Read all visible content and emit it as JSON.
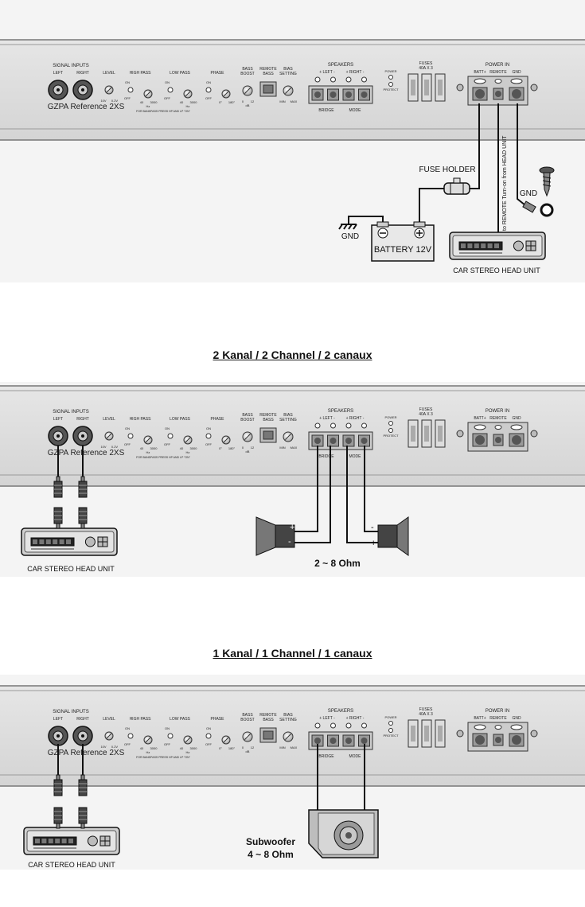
{
  "amp": {
    "model": "GZPA Reference 2XS",
    "labels": {
      "signal_inputs": "SIGNAL INPUTS",
      "left": "LEFT",
      "right": "RIGHT",
      "level": "LEVEL",
      "level_min": "10V",
      "level_max": "0.2V",
      "high_pass": "HIGH PASS",
      "low_pass": "LOW PASS",
      "phase": "PHASE",
      "on": "ON",
      "off": "OFF",
      "freq_min": "40",
      "freq_max": "3000",
      "hz": "Hz",
      "phase_min": "0°",
      "phase_max": "180°",
      "bass_boost": "BASS",
      "bass_boost2": "BOOST",
      "bass_min": "0",
      "bass_max": "12",
      "db": "dB",
      "remote_bass": "REMOTE",
      "remote_bass2": "BASS",
      "bias_setting": "BIAS",
      "bias_setting2": "SETTING",
      "bias_min": "MIN",
      "bias_max": "MAX",
      "bandpass_note": "FOR BANDPASS PRESS HP AND LP \"ON\"",
      "speakers": "SPEAKERS",
      "left_pm": "+  LEFT  -",
      "right_pm": "+  RIGHT  -",
      "bridge": "BRIDGE",
      "mode": "MODE",
      "power": "POWER",
      "protect": "PROTECT",
      "fuses": "FUSES",
      "fuse_rating": "40A X 3",
      "power_in": "POWER IN",
      "batt": "BATT+",
      "remote": "REMOTE",
      "gnd": "GND"
    }
  },
  "diagram1": {
    "fuse_holder": "FUSE HOLDER",
    "gnd_left": "GND",
    "gnd_right": "GND",
    "battery": "BATTERY 12V",
    "remote_wire": "to REMOTE Turn-on from HEAD UNIT",
    "head_unit": "CAR STEREO HEAD UNIT"
  },
  "diagram2": {
    "heading": "2 Kanal / 2 Channel / 2 canaux",
    "head_unit": "CAR STEREO HEAD UNIT",
    "impedance": "2 ~ 8 Ohm"
  },
  "diagram3": {
    "heading": "1 Kanal / 1 Channel / 1 canaux",
    "head_unit": "CAR STEREO HEAD UNIT",
    "sub_label": "Subwoofer",
    "impedance": "4 ~ 8 Ohm"
  }
}
